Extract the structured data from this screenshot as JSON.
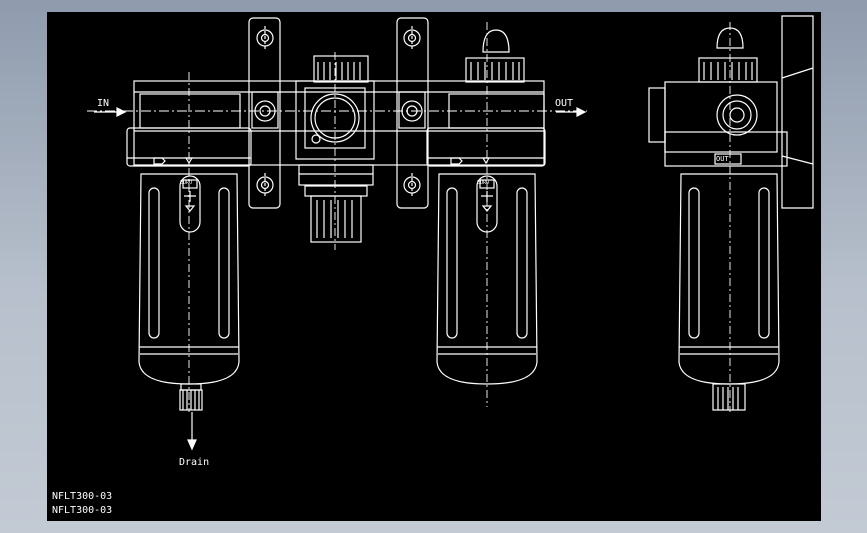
{
  "colors": {
    "background_top": "#8f9bad",
    "background_bottom": "#c3cad4",
    "drawing_area": "#000000",
    "lines": "#ffffff"
  },
  "labels": {
    "inlet": "IN",
    "outlet": "OUT",
    "drain": "Drain",
    "side_port": "OUT",
    "bowl_badge": "EURO"
  },
  "title_block": {
    "line1": "NFLT300-03",
    "line2": "NFLT300-03"
  }
}
